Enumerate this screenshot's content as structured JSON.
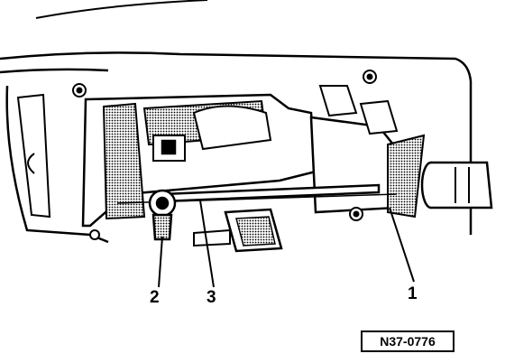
{
  "callouts": {
    "c1": "1",
    "c2": "2",
    "c3": "3"
  },
  "figure_ref": "N37-0776",
  "colors": {
    "ink": "#000000",
    "paper": "#ffffff",
    "shade": "#9a9a9a"
  }
}
